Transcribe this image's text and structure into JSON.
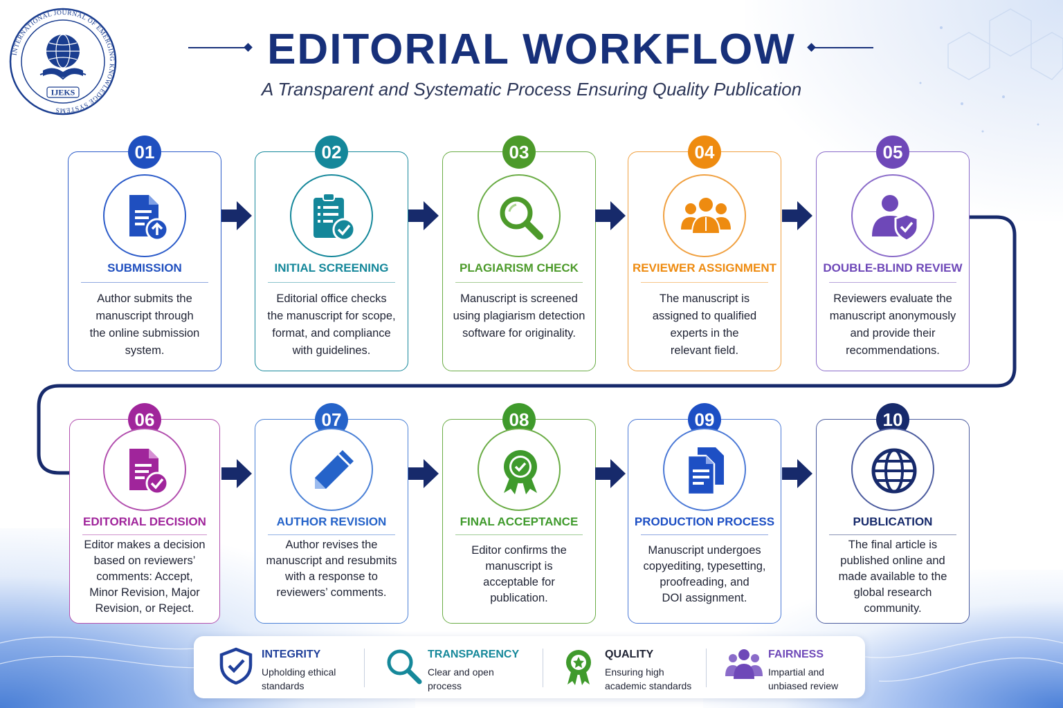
{
  "header": {
    "title": "EDITORIAL WORKFLOW",
    "subtitle": "A Transparent and Systematic Process Ensuring Quality Publication"
  },
  "logo": {
    "ring_text": "INTERNATIONAL JOURNAL OF EMERGING KNOWLEDGE SYSTEMS",
    "abbrev": "IJEKS"
  },
  "steps": [
    {
      "number": "01",
      "title": "SUBMISSION",
      "color": "#1f4fbf",
      "icon": "document-upload-icon",
      "lines": [
        "Author submits the",
        "manuscript through",
        "the online submission",
        "system."
      ]
    },
    {
      "number": "02",
      "title": "INITIAL SCREENING",
      "color": "#14879a",
      "icon": "clipboard-check-icon",
      "lines": [
        "Editorial office checks",
        "the manuscript for scope,",
        "format, and compliance",
        "with guidelines."
      ]
    },
    {
      "number": "03",
      "title": "PLAGIARISM CHECK",
      "color": "#4c9a2a",
      "icon": "magnifier-icon",
      "lines": [
        "Manuscript is screened",
        "using plagiarism detection",
        "software for originality."
      ]
    },
    {
      "number": "04",
      "title": "REVIEWER ASSIGNMENT",
      "color": "#ee8b10",
      "icon": "reviewers-group-icon",
      "lines": [
        "The manuscript is",
        "assigned to qualified",
        "experts in the",
        "relevant field."
      ]
    },
    {
      "number": "05",
      "title": "DOUBLE-BLIND REVIEW",
      "color": "#6e48b8",
      "icon": "user-shield-icon",
      "lines": [
        "Reviewers evaluate the",
        "manuscript anonymously",
        "and provide their",
        "recommendations."
      ]
    },
    {
      "number": "06",
      "title": "EDITORIAL DECISION",
      "color": "#a0259b",
      "icon": "document-check-icon",
      "lines": [
        "Editor makes a decision",
        "based on reviewers’",
        "comments: Accept,",
        "Minor Revision, Major",
        "Revision, or Reject."
      ]
    },
    {
      "number": "07",
      "title": "AUTHOR REVISION",
      "color": "#2563c9",
      "icon": "pencil-icon",
      "lines": [
        "Author revises the",
        "manuscript and resubmits",
        "with a response to",
        "reviewers’ comments."
      ]
    },
    {
      "number": "08",
      "title": "FINAL ACCEPTANCE",
      "color": "#3f9a2c",
      "icon": "award-ribbon-icon",
      "lines": [
        "Editor confirms the",
        "manuscript is",
        "acceptable for",
        "publication."
      ]
    },
    {
      "number": "09",
      "title": "PRODUCTION PROCESS",
      "color": "#1d4fc4",
      "icon": "documents-icon",
      "lines": [
        "Manuscript undergoes",
        "copyediting, typesetting,",
        "proofreading, and",
        "DOI assignment."
      ]
    },
    {
      "number": "10",
      "title": "PUBLICATION",
      "color": "#172a6b",
      "icon": "globe-icon",
      "lines": [
        "The final article is",
        "published online and",
        "made available to the",
        "global research",
        "community."
      ]
    }
  ],
  "values": [
    {
      "title": "INTEGRITY",
      "desc": "Upholding ethical standards",
      "color": "#1f3f9a",
      "icon": "shield-check-icon"
    },
    {
      "title": "TRANSPARENCY",
      "desc": "Clear and open process",
      "color": "#15889a",
      "icon": "magnifier-icon"
    },
    {
      "title": "QUALITY",
      "desc": "Ensuring high academic standards",
      "color": "#3f9a2c",
      "icon": "award-ribbon-icon"
    },
    {
      "title": "FAIRNESS",
      "desc": "Impartial and unbiased review",
      "color": "#6e48b8",
      "icon": "people-icon"
    }
  ],
  "theme": {
    "navy": "#17307a",
    "connector": "#172a6b"
  }
}
